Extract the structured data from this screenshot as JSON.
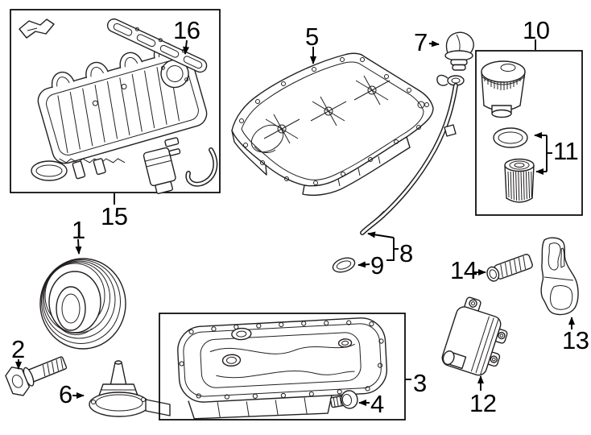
{
  "diagram": {
    "type": "engine-parts-exploded-diagram",
    "background": "#ffffff",
    "line_color": "#231f20",
    "label_color": "#000000",
    "callouts": [
      {
        "number": "1",
        "part": "crankshaft-pulley"
      },
      {
        "number": "2",
        "part": "pulley-bolt"
      },
      {
        "number": "3",
        "part": "lower-oil-pan"
      },
      {
        "number": "4",
        "part": "oil-drain-plug"
      },
      {
        "number": "5",
        "part": "upper-oil-pan"
      },
      {
        "number": "6",
        "part": "oil-level-sensor"
      },
      {
        "number": "7",
        "part": "oil-dipstick"
      },
      {
        "number": "8",
        "part": "dipstick-tube"
      },
      {
        "number": "9",
        "part": "dipstick-tube-seal"
      },
      {
        "number": "10",
        "part": "oil-filter-housing"
      },
      {
        "number": "11",
        "part": "oil-filter-element-kit"
      },
      {
        "number": "12",
        "part": "oil-cooler"
      },
      {
        "number": "13",
        "part": "oil-cooler-seal"
      },
      {
        "number": "14",
        "part": "oil-cooler-bolt"
      },
      {
        "number": "15",
        "part": "intake-manifold-assembly"
      },
      {
        "number": "16",
        "part": "intake-manifold-gasket"
      }
    ]
  }
}
